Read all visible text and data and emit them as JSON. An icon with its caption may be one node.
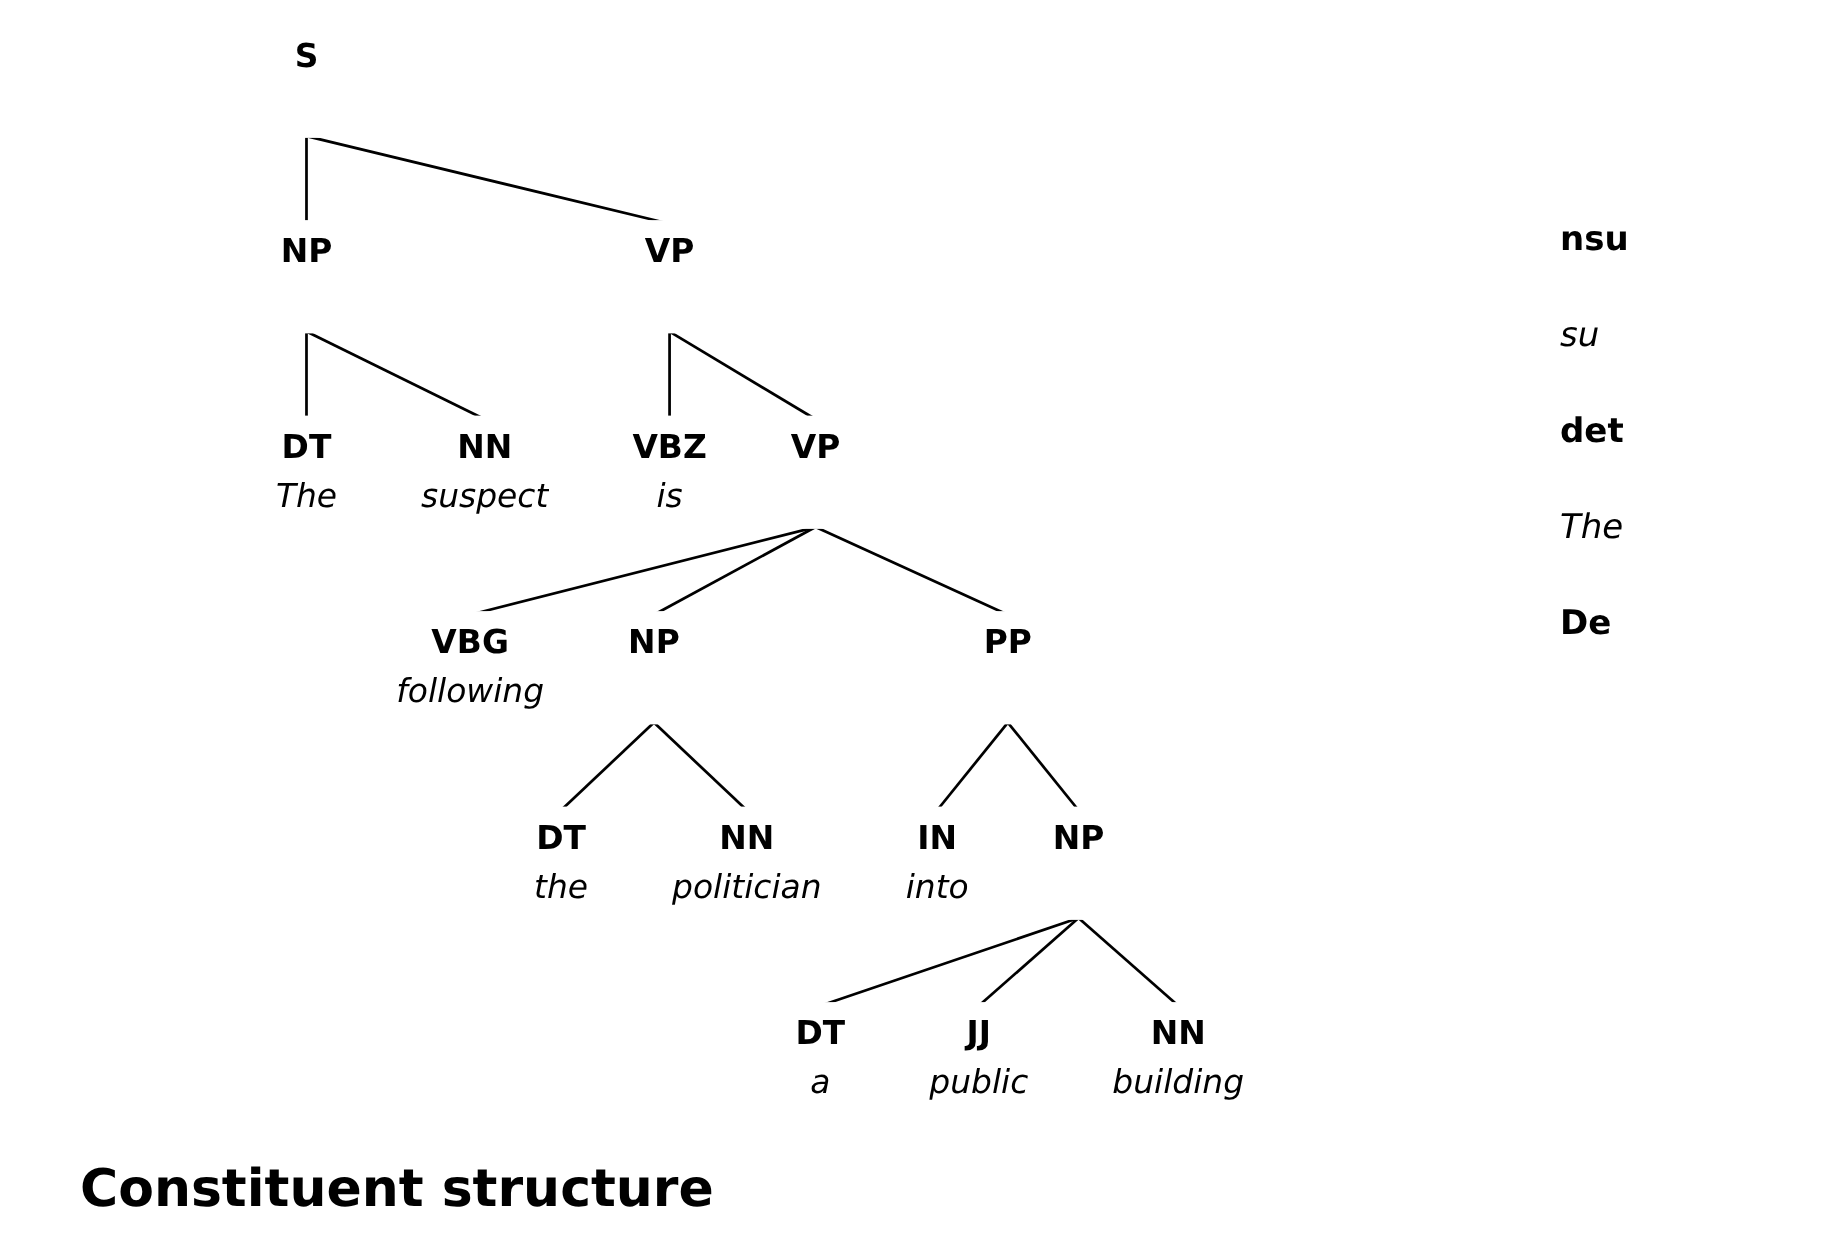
{
  "diagram": {
    "caption": "Constituent structure",
    "nodes": [
      {
        "text": [
          "S"
        ]
      },
      {
        "text": [
          "NP"
        ]
      },
      {
        "text": [
          "VP"
        ]
      },
      {
        "text": [
          "DT",
          "The"
        ]
      },
      {
        "text": [
          "NN",
          "suspect"
        ]
      },
      {
        "text": [
          "VBZ",
          "is"
        ]
      },
      {
        "text": [
          "VP"
        ]
      },
      {
        "text": [
          "VBG",
          "following"
        ]
      },
      {
        "text": [
          "NP"
        ]
      },
      {
        "text": [
          "PP"
        ]
      },
      {
        "text": [
          "DT",
          "the"
        ]
      },
      {
        "text": [
          "NN",
          "politician"
        ]
      },
      {
        "text": [
          "IN",
          "into"
        ]
      },
      {
        "text": [
          "NP"
        ]
      },
      {
        "text": [
          "DT",
          "a"
        ]
      },
      {
        "text": [
          "JJ",
          "public"
        ]
      },
      {
        "text": [
          "NN",
          "building"
        ]
      }
    ],
    "edges": [
      {
        "from": 0,
        "to": 1,
        "arrow": "none"
      },
      {
        "from": 0,
        "to": 2,
        "arrow": "none"
      },
      {
        "from": 1,
        "to": 3,
        "arrow": "none"
      },
      {
        "from": 1,
        "to": 4,
        "arrow": "none"
      },
      {
        "from": 2,
        "to": 5,
        "arrow": "none"
      },
      {
        "from": 2,
        "to": 6,
        "arrow": "none"
      },
      {
        "from": 6,
        "to": 7,
        "arrow": "none"
      },
      {
        "from": 6,
        "to": 8,
        "arrow": "none"
      },
      {
        "from": 6,
        "to": 9,
        "arrow": "none"
      },
      {
        "from": 8,
        "to": 10,
        "arrow": "none"
      },
      {
        "from": 8,
        "to": 11,
        "arrow": "none"
      },
      {
        "from": 9,
        "to": 12,
        "arrow": "none"
      },
      {
        "from": 9,
        "to": 13,
        "arrow": "none"
      },
      {
        "from": 13,
        "to": 14,
        "arrow": "none"
      },
      {
        "from": 13,
        "to": 15,
        "arrow": "none"
      },
      {
        "from": 13,
        "to": 16,
        "arrow": "none"
      }
    ],
    "labels": [
      "nsu",
      "su",
      "det",
      "The",
      "De"
    ]
  }
}
